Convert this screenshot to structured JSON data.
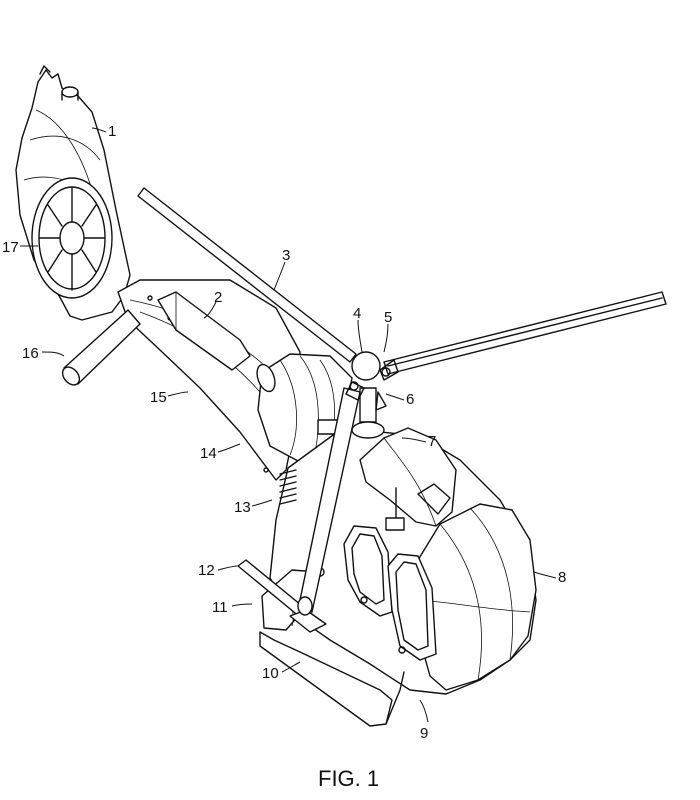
{
  "figure": {
    "caption": "FIG. 1",
    "reference_numerals": [
      "1",
      "2",
      "3",
      "4",
      "5",
      "6",
      "7",
      "8",
      "9",
      "10",
      "11",
      "12",
      "13",
      "14",
      "15",
      "16",
      "17"
    ]
  }
}
